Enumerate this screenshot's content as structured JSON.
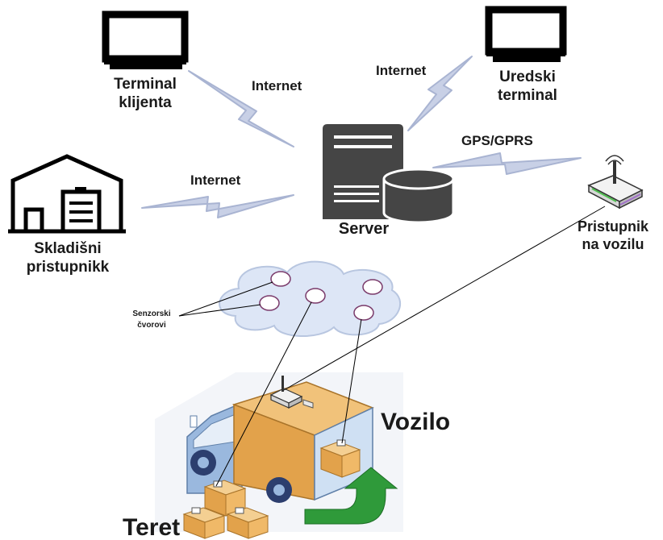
{
  "labels": {
    "terminal_client_1": "Terminal",
    "terminal_client_2": "klijenta",
    "office_terminal_1": "Uredski",
    "office_terminal_2": "terminal",
    "internet_left": "Internet",
    "internet_top": "Internet",
    "internet_warehouse": "Internet",
    "gps_gprs": "GPS/GPRS",
    "server": "Server",
    "warehouse_1": "Skladišni",
    "warehouse_2": "pristupnikk",
    "vehicle_gateway_1": "Pristupnik",
    "vehicle_gateway_2": "na vozilu",
    "sensor_nodes_1": "Senzorski",
    "sensor_nodes_2": "čvorovi",
    "vehicle": "Vozilo",
    "cargo": "Teret"
  },
  "icons": {
    "client_monitor": "monitor-icon",
    "office_monitor": "monitor-icon",
    "server": "server-icon",
    "database": "database-icon",
    "warehouse": "warehouse-icon",
    "gateway": "router-icon",
    "cloud": "cloud-icon",
    "truck": "truck-icon",
    "boxes": "box-icon",
    "arrow": "curved-arrow-icon"
  },
  "colors": {
    "link": "#a9b4d2",
    "cloud": "#dde6f6",
    "node": "#7a3a6a",
    "truck_box": "#e2a24b",
    "truck_cab": "#9ab8de",
    "arrow": "#2f9a3a",
    "server": "#454545"
  }
}
